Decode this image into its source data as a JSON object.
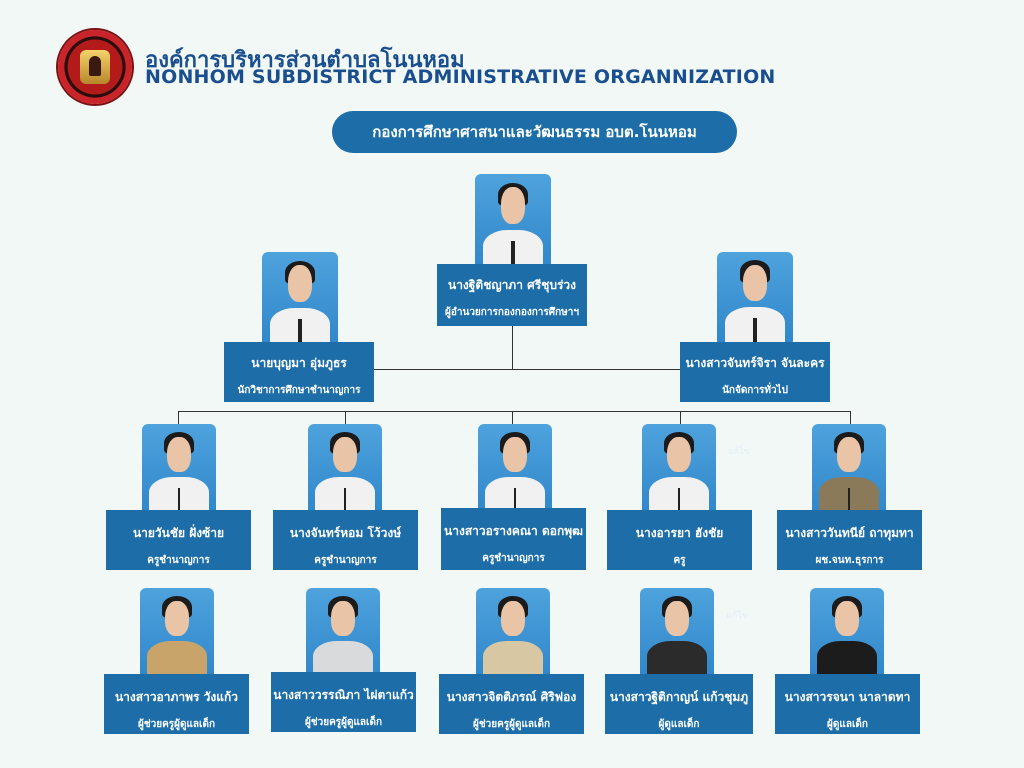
{
  "header": {
    "org_name_th": "องค์การบริหารส่วนตำบลโนนหอม",
    "org_name_en": "NONHOM SUBDISTRICT ADMINISTRATIVE ORGANNIZATION",
    "department": "กองการศึกษาศาสนาและวัฒนธรรม อบต.โนนหอม"
  },
  "director": {
    "name": "นางฐิติชญาภา ศรีชุบร่วง",
    "position": "ผู้อำนวยการกองกองการศึกษาฯ"
  },
  "deputies": [
    {
      "name": "นายบุญมา อุ่มภูธร",
      "position": "นักวิชาการศึกษาชำนาญการ"
    },
    {
      "name": "นางสาวจันทร์จิรา จันละคร",
      "position": "นักจัดการทั่วไป"
    }
  ],
  "staff_row1": [
    {
      "name": "นายวันชัย ฝั่งซ้าย",
      "position": "ครูชำนาญการ"
    },
    {
      "name": "นางจันทร์หอม โว้วงษ์",
      "position": "ครูชำนาญการ"
    },
    {
      "name": "นางสาวอรางคณา ดอกพุฒ",
      "position": "ครูชำนาญการ"
    },
    {
      "name": "นางอารยา ฮังชัย",
      "position": "ครู"
    },
    {
      "name": "นางสาววันทนีย์ ถาทุมทา",
      "position": "ผช.จนท.ธุรการ"
    }
  ],
  "staff_row2": [
    {
      "name": "นางสาวอาภาพร วังแก้ว",
      "position": "ผู้ช่วยครูผู้ดูแลเด็ก"
    },
    {
      "name": "นางสาววรรณิภา ไผ่ตาแก้ว",
      "position": "ผู้ช่วยครูผู้ดูแลเด็ก"
    },
    {
      "name": "นางสาวจิตติภรณ์ ศิริฟอง",
      "position": "ผู้ช่วยครูผู้ดูแลเด็ก"
    },
    {
      "name": "นางสาวฐิติกาญน์ แก้วชุมภู",
      "position": "ผู้ดูแลเด็ก"
    },
    {
      "name": "นางสาวรจนา นาลาดทา",
      "position": "ผู้ดูแลเด็ก"
    }
  ],
  "overlay_notes": [
    "แก้ไข",
    "แก้ไข"
  ]
}
